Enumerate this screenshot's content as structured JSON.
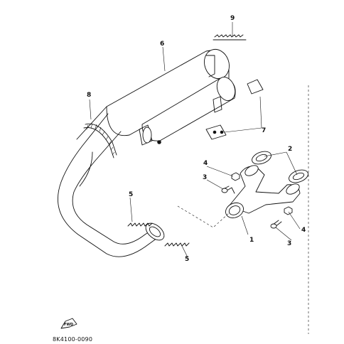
{
  "callouts": {
    "c1": "1",
    "c2": "2",
    "c3a": "3",
    "c3b": "3",
    "c4a": "4",
    "c4b": "4",
    "c5a": "5",
    "c5b": "5",
    "c6": "6",
    "c7": "7",
    "c8": "8",
    "c9": "9"
  },
  "fwd_label": "FWD",
  "diagram_code": "8K4100-0090"
}
